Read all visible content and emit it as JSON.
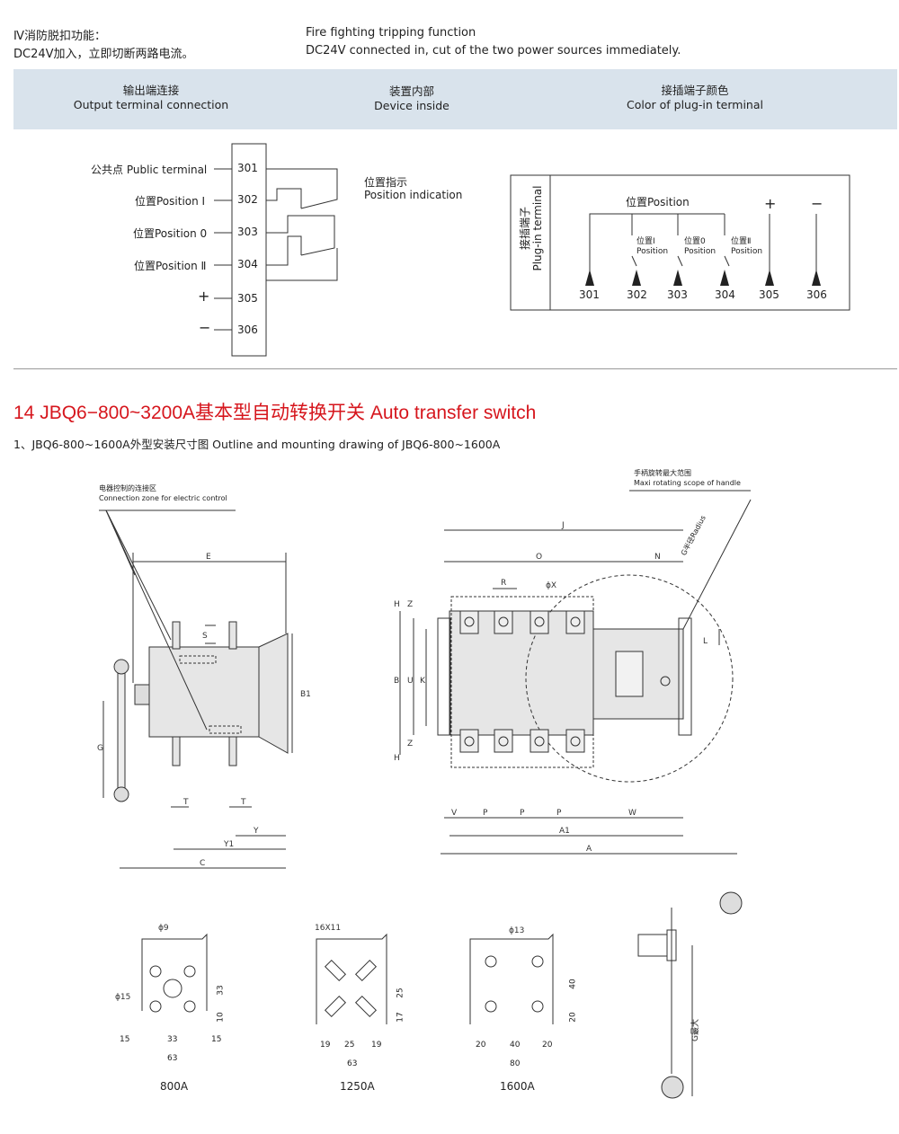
{
  "top": {
    "cn_title": "Ⅳ消防脱扣功能：",
    "cn_desc": "DC24V加入，立即切断两路电流。",
    "en_title": "Fire fighting tripping function",
    "en_desc": "DC24V connected in, cut of the two power sources immediately."
  },
  "header": {
    "col1_cn": "输出端连接",
    "col1_en": "Output terminal connection",
    "col2_cn": "装置内部",
    "col2_en": "Device inside",
    "col3_cn": "接插端子颜色",
    "col3_en": "Color of plug-in terminal"
  },
  "terminal_block": {
    "labels": [
      "公共点 Public terminal",
      "位置Position Ⅰ",
      "位置Position 0",
      "位置Position Ⅱ",
      "+",
      "−"
    ],
    "numbers": [
      "301",
      "302",
      "303",
      "304",
      "305",
      "306"
    ],
    "indication_cn": "位置指示",
    "indication_en": "Position indication"
  },
  "plug_in": {
    "side_cn": "接插端子",
    "side_en": "Plug-in terminal",
    "position_label": "位置Position",
    "sub_labels": [
      {
        "cn": "位置Ⅰ",
        "en": "Position"
      },
      {
        "cn": "位置0",
        "en": "Position"
      },
      {
        "cn": "位置Ⅱ",
        "en": "Position"
      }
    ],
    "plus": "+",
    "minus": "−",
    "numbers": [
      "301",
      "302",
      "303",
      "304",
      "305",
      "306"
    ]
  },
  "section": {
    "title": "14  JBQ6−800~3200A基本型自动转换开关 Auto transfer switch",
    "subtitle": "1、JBQ6-800~1600A外型安装尺寸图 Outline and mounting drawing of JBQ6-800~1600A"
  },
  "side_view": {
    "zone_cn": "电器控制的连接区",
    "zone_en": "Connection zone for electric control",
    "dims": {
      "E": "E",
      "S": "S",
      "B1": "B1",
      "G": "G",
      "T1": "T",
      "T2": "T",
      "Y": "Y",
      "Y1": "Y1",
      "C": "C"
    }
  },
  "front_view": {
    "handle_cn": "手柄旋转最大范围",
    "handle_en": "Maxi rotating scope of handle",
    "radius": "G半径Radius",
    "dims": {
      "J": "J",
      "O": "O",
      "N": "N",
      "R": "R",
      "X": "ϕX",
      "H": "H",
      "Z": "Z",
      "B": "B",
      "U": "U",
      "K": "K",
      "L": "L",
      "V": "V",
      "P": "P",
      "W": "W",
      "A1": "A1",
      "A": "A"
    }
  },
  "bolt_patterns": [
    {
      "name": "800A",
      "hole": "ϕ9",
      "center": "ϕ15",
      "v1": "33",
      "v2": "10",
      "h": [
        "15",
        "33",
        "15"
      ],
      "total": "63"
    },
    {
      "name": "1250A",
      "hole": "16X11",
      "v1": "25",
      "v2": "17",
      "h": [
        "19",
        "25",
        "19"
      ],
      "total": "63"
    },
    {
      "name": "1600A",
      "hole": "ϕ13",
      "v1": "40",
      "v2": "20",
      "h": [
        "20",
        "40",
        "20"
      ],
      "total": "80"
    }
  ],
  "handle_view": {
    "label": "G最大"
  }
}
